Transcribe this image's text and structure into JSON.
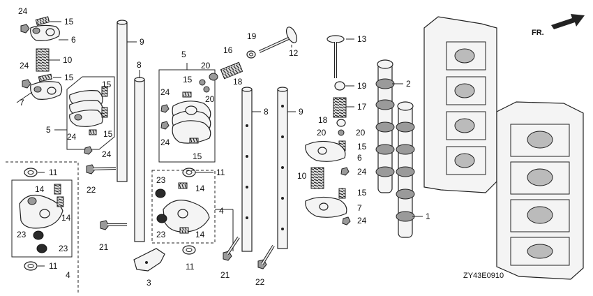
{
  "diagram": {
    "title": "Valve train / cylinder head exploded parts diagram",
    "code": "ZY43E0910",
    "front_marker": "FR."
  },
  "callouts": [
    {
      "id": "c0",
      "text": "24"
    },
    {
      "id": "c1",
      "text": "15"
    },
    {
      "id": "c2",
      "text": "6"
    },
    {
      "id": "c3",
      "text": "10"
    },
    {
      "id": "c4",
      "text": "24"
    },
    {
      "id": "c5",
      "text": "15"
    },
    {
      "id": "c6",
      "text": "7"
    },
    {
      "id": "c7",
      "text": "15"
    },
    {
      "id": "c8",
      "text": "5"
    },
    {
      "id": "c9",
      "text": "24"
    },
    {
      "id": "c10",
      "text": "15"
    },
    {
      "id": "c11",
      "text": "24"
    },
    {
      "id": "c12",
      "text": "11"
    },
    {
      "id": "c13",
      "text": "22"
    },
    {
      "id": "c14",
      "text": "14"
    },
    {
      "id": "c15",
      "text": "14"
    },
    {
      "id": "c16",
      "text": "23"
    },
    {
      "id": "c17",
      "text": "23"
    },
    {
      "id": "c18",
      "text": "11"
    },
    {
      "id": "c19",
      "text": "4"
    },
    {
      "id": "c20",
      "text": "21"
    },
    {
      "id": "c21",
      "text": "9"
    },
    {
      "id": "c22",
      "text": "8"
    },
    {
      "id": "c23",
      "text": "3"
    },
    {
      "id": "c24",
      "text": "5"
    },
    {
      "id": "c25",
      "text": "20"
    },
    {
      "id": "c26",
      "text": "15"
    },
    {
      "id": "c27",
      "text": "24"
    },
    {
      "id": "c28",
      "text": "20"
    },
    {
      "id": "c29",
      "text": "24"
    },
    {
      "id": "c30",
      "text": "15"
    },
    {
      "id": "c31",
      "text": "11"
    },
    {
      "id": "c32",
      "text": "23"
    },
    {
      "id": "c33",
      "text": "14"
    },
    {
      "id": "c34",
      "text": "23"
    },
    {
      "id": "c35",
      "text": "14"
    },
    {
      "id": "c36",
      "text": "4"
    },
    {
      "id": "c37",
      "text": "11"
    },
    {
      "id": "c38",
      "text": "16"
    },
    {
      "id": "c39",
      "text": "19"
    },
    {
      "id": "c40",
      "text": "18"
    },
    {
      "id": "c41",
      "text": "12"
    },
    {
      "id": "c42",
      "text": "8"
    },
    {
      "id": "c43",
      "text": "9"
    },
    {
      "id": "c44",
      "text": "21"
    },
    {
      "id": "c45",
      "text": "22"
    },
    {
      "id": "c46",
      "text": "13"
    },
    {
      "id": "c47",
      "text": "19"
    },
    {
      "id": "c48",
      "text": "17"
    },
    {
      "id": "c49",
      "text": "18"
    },
    {
      "id": "c50",
      "text": "20"
    },
    {
      "id": "c51",
      "text": "20"
    },
    {
      "id": "c52",
      "text": "15"
    },
    {
      "id": "c53",
      "text": "6"
    },
    {
      "id": "c54",
      "text": "10"
    },
    {
      "id": "c55",
      "text": "24"
    },
    {
      "id": "c56",
      "text": "15"
    },
    {
      "id": "c57",
      "text": "7"
    },
    {
      "id": "c58",
      "text": "24"
    },
    {
      "id": "c59",
      "text": "2"
    },
    {
      "id": "c60",
      "text": "1"
    }
  ]
}
